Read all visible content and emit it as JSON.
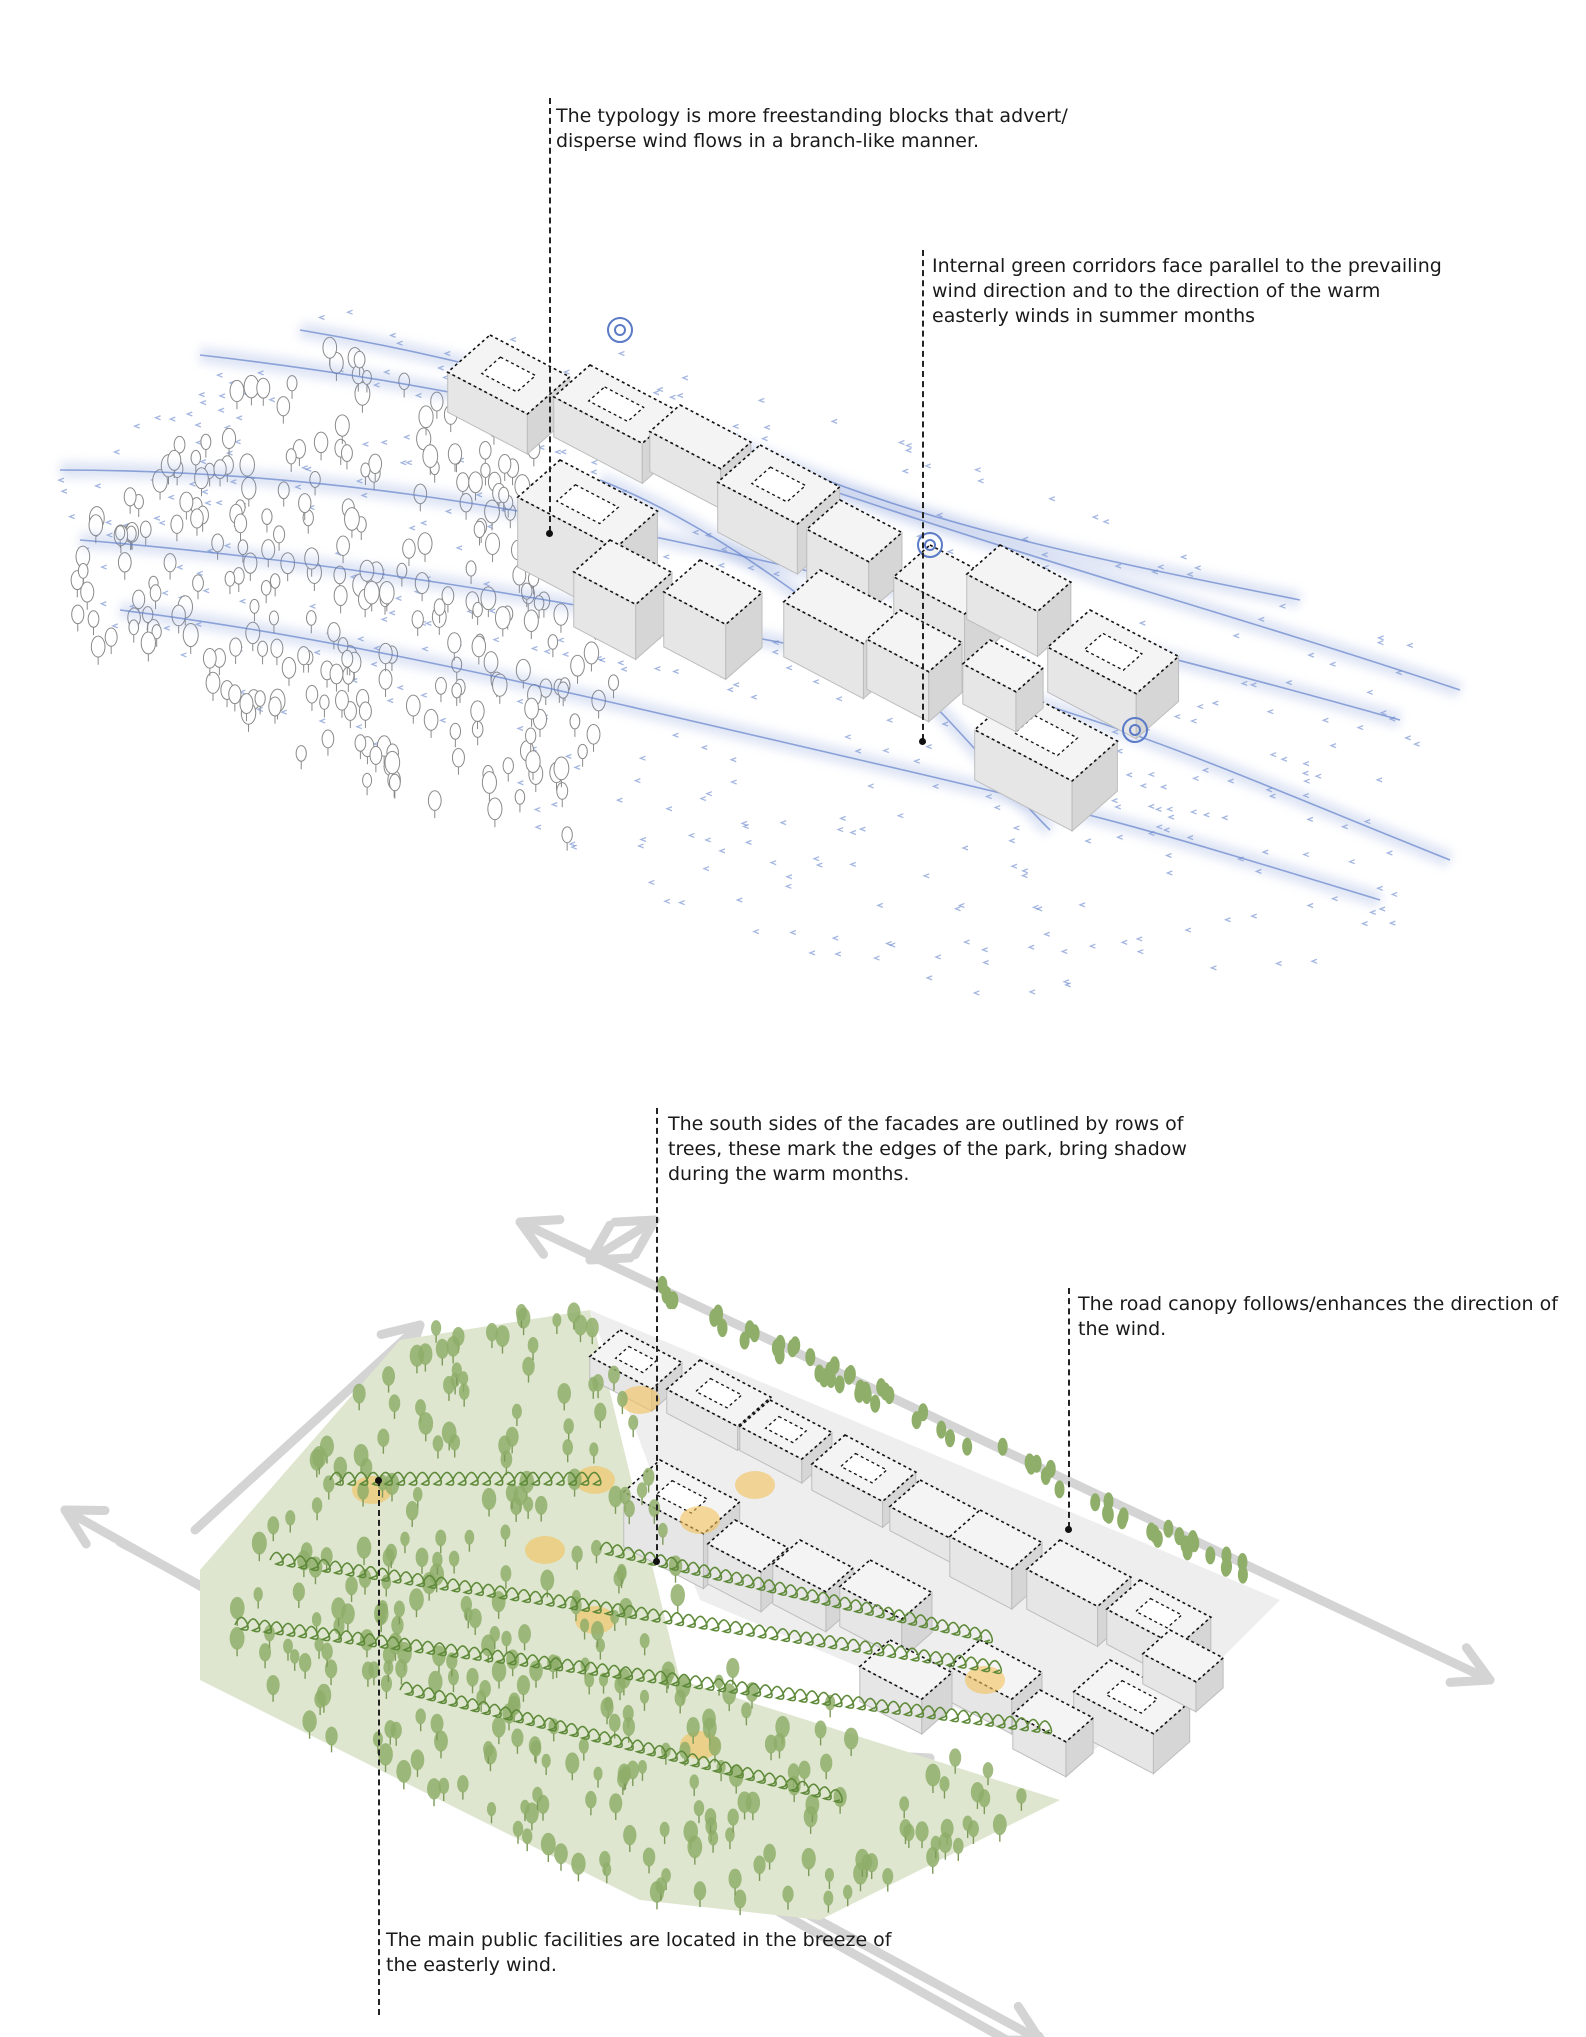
{
  "annotations": {
    "typology": "The typology is more freestanding blocks that advert/ disperse wind flows in a branch-like manner.",
    "green_corridors": "Internal green corridors face parallel to the prevailing wind direction and to the direction of the warm easterly winds in summer months",
    "south_facades": "The south sides of the facades are outlined by rows of trees, these mark the edges of the park, bring shadow during the warm months.",
    "road_canopy": "The road canopy follows/enhances the direction of the wind.",
    "public_facilities": "The main public facilities are located in the breeze of the easterly wind."
  },
  "colors": {
    "wind": "#7d96d6",
    "wind_arrow": "#5b7bc7",
    "tree_outline": "#8a8a8a",
    "tree_green": "#8fae6a",
    "park_ground": "#dfe6cf",
    "facility_hotspot": "#f2c25a",
    "road": "#d4d4d4",
    "building": "#f4f4f4"
  }
}
